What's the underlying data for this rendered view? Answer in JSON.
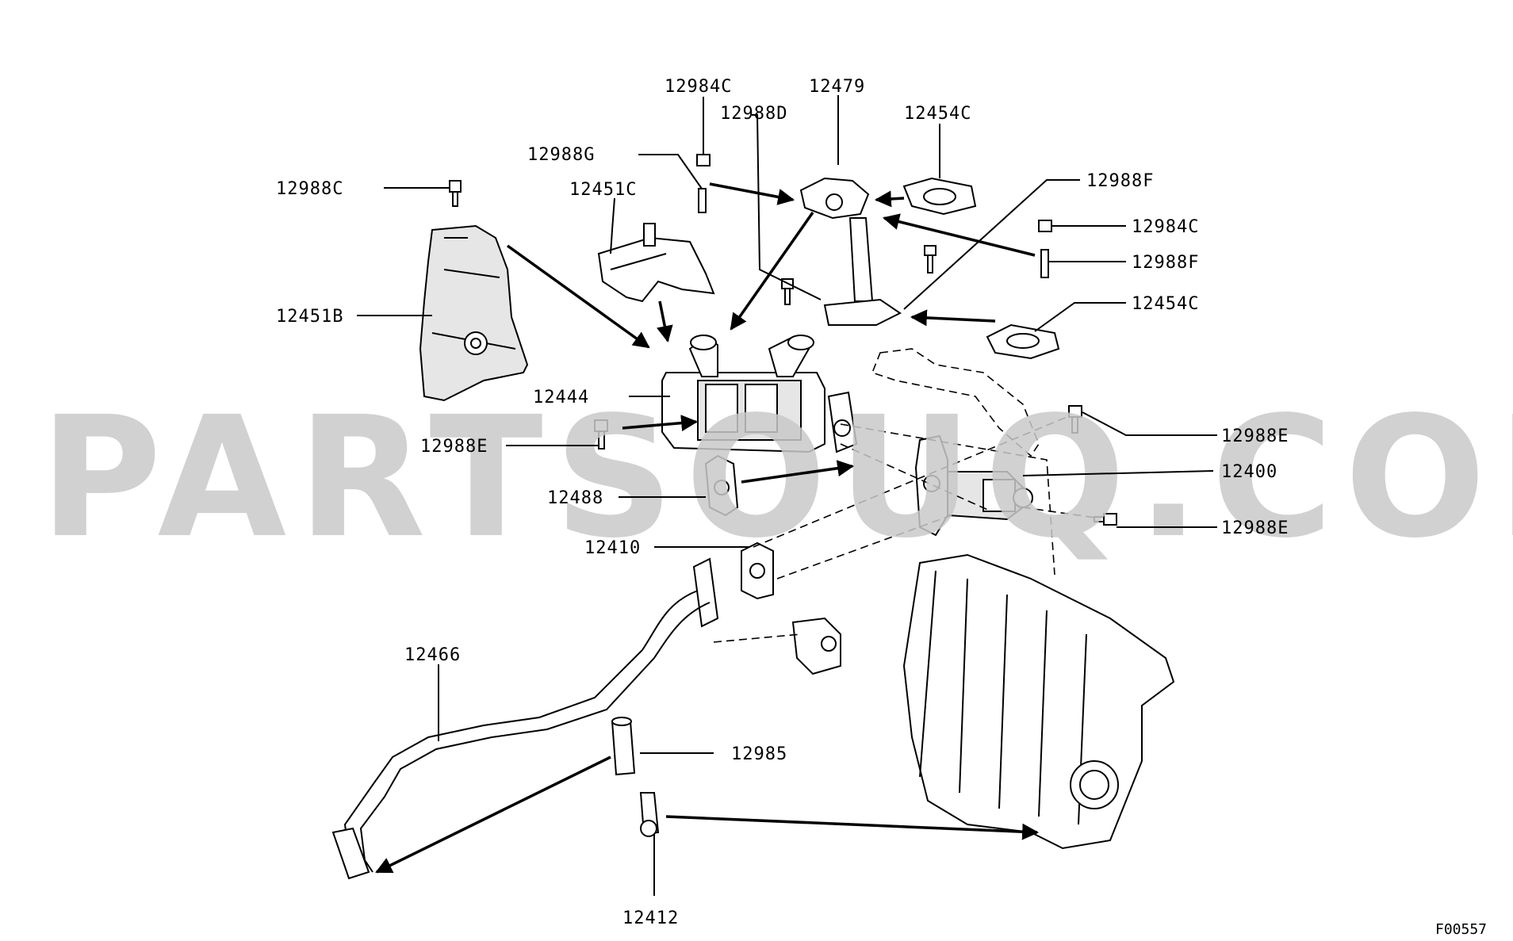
{
  "watermark": "PARTSOUQ.COM",
  "figure_code": "F00557",
  "part_labels": {
    "p12984C_top": "12984C",
    "p12479": "12479",
    "p12988D": "12988D",
    "p12454C_top": "12454C",
    "p12988G": "12988G",
    "p12451C": "12451C",
    "p12988C": "12988C",
    "p12988F_top": "12988F",
    "p12984C_right": "12984C",
    "p12988F_right": "12988F",
    "p12454C_right": "12454C",
    "p12451B": "12451B",
    "p12444": "12444",
    "p12988E_left": "12988E",
    "p12988E_right_top": "12988E",
    "p12400": "12400",
    "p12488": "12488",
    "p12988E_right_bottom": "12988E",
    "p12410": "12410",
    "p12466": "12466",
    "p12985": "12985",
    "p12412": "12412"
  }
}
